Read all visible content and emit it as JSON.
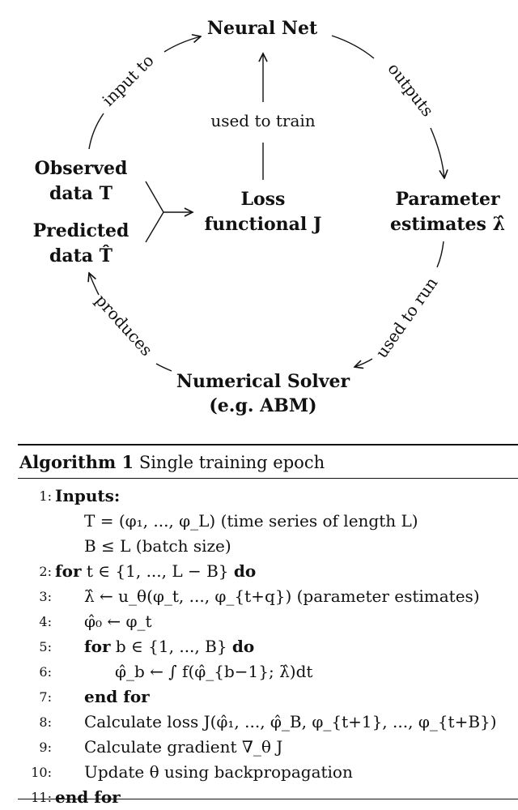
{
  "diagram": {
    "nodes": {
      "neural_net": "Neural Net",
      "observed_line1": "Observed",
      "observed_line2": "data T",
      "predicted_line1": "Predicted",
      "predicted_line2": "data T̂",
      "loss_line1": "Loss",
      "loss_line2": "functional J",
      "param_line1": "Parameter",
      "param_line2": "estimates λ̂",
      "solver_line1": "Numerical Solver",
      "solver_line2": "(e.g.  ABM)"
    },
    "edges": {
      "input_to": "input to",
      "outputs": "outputs",
      "used_to_train": "used to train",
      "used_to_run": "used to run",
      "produces": "produces"
    }
  },
  "algorithm": {
    "label": "Algorithm 1",
    "title": "Single training epoch",
    "lines": [
      {
        "num": "1:",
        "kw": "Inputs:",
        "text": ""
      },
      {
        "num": "",
        "kw": "",
        "text": "T = (φ₁, ..., φ_L) (time series of length L)"
      },
      {
        "num": "",
        "kw": "",
        "text": "B ≤ L (batch size)"
      },
      {
        "num": "2:",
        "kw": "for",
        "text": "t ∈ {1, ..., L − B}",
        "kw2": "do"
      },
      {
        "num": "3:",
        "kw": "",
        "text": "λ̂ ← u_θ(φ_t, ..., φ_{t+q}) (parameter estimates)"
      },
      {
        "num": "4:",
        "kw": "",
        "text": "φ̂₀ ← φ_t"
      },
      {
        "num": "5:",
        "kw": "for",
        "text": "b ∈ {1, ..., B}",
        "kw2": "do"
      },
      {
        "num": "6:",
        "kw": "",
        "text": "φ̂_b ← ∫ f(φ̂_{b−1}; λ̂)dt"
      },
      {
        "num": "7:",
        "kw": "end for",
        "text": ""
      },
      {
        "num": "8:",
        "kw": "",
        "text": "Calculate loss J(φ̂₁, ..., φ̂_B, φ_{t+1}, ..., φ_{t+B})"
      },
      {
        "num": "9:",
        "kw": "",
        "text": "Calculate gradient ∇_θ J"
      },
      {
        "num": "10:",
        "kw": "",
        "text": "Update θ using backpropagation"
      },
      {
        "num": "11:",
        "kw": "end for",
        "text": ""
      }
    ]
  }
}
